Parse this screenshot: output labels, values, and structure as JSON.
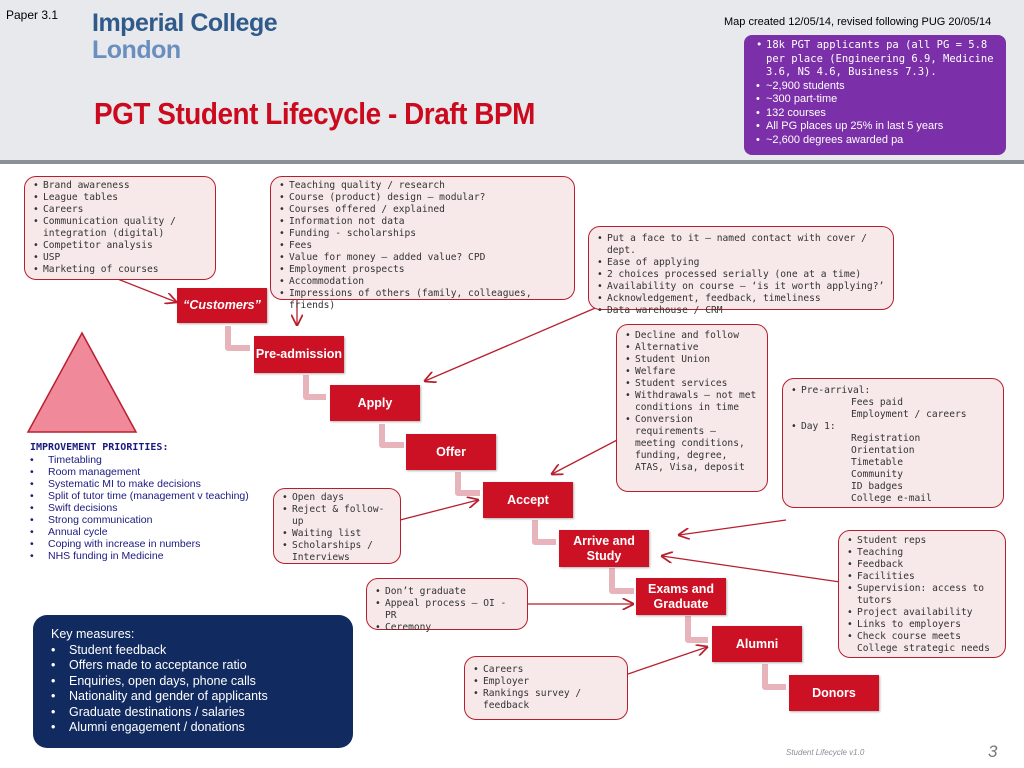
{
  "header": {
    "paper_label": "Paper 3.1",
    "logo_line1": "Imperial College",
    "logo_line2": "London",
    "title": "PGT Student Lifecycle - Draft BPM",
    "map_note": "Map created 12/05/14, revised following PUG 20/05/14"
  },
  "stats": [
    "18k PGT applicants pa (all PG  = 5.8 per place  (Engineering 6.9, Medicine 3.6, NS 4.6, Business 7.3).",
    "~2,900 students",
    "~300 part-time",
    "132 courses",
    "All PG places up 25% in last 5 years",
    "~2,600 degrees awarded pa"
  ],
  "boxes": {
    "customers_factors": [
      "Brand awareness",
      "League tables",
      "Careers",
      "Communication quality / integration (digital)",
      "Competitor analysis",
      "USP",
      "Marketing of courses"
    ],
    "course_factors": [
      "Teaching quality / research",
      "Course (product) design – modular?",
      "Courses offered / explained",
      "Information not data",
      "Funding - scholarships",
      "Fees",
      "Value for money – added value? CPD",
      "Employment prospects",
      "Accommodation",
      "Impressions of others (family, colleagues, friends)"
    ],
    "apply_factors": [
      "Put a face to it – named contact with cover / dept.",
      "Ease of applying",
      "2 choices processed serially (one at a time)",
      "Availability on course – ‘is it worth applying?’",
      "Acknowledgement, feedback, timeliness",
      "Data warehouse / CRM"
    ],
    "accept_factors": [
      "Decline and follow",
      "Alternative",
      "Student Union",
      "Welfare",
      "Student services",
      "Withdrawals – not met conditions in time",
      "Conversion requirements – meeting conditions, funding, degree, ATAS, Visa, deposit"
    ],
    "arrival_factors": {
      "pre_arrival_label": "Pre-arrival:",
      "pre_arrival": [
        "Fees paid",
        "Employment / careers"
      ],
      "day1_label": "Day 1:",
      "day1": [
        "Registration",
        "Orientation",
        "Timetable",
        "Community",
        "ID badges",
        "College e-mail"
      ]
    },
    "offer_factors": [
      "Open days",
      "Reject & follow-up",
      "Waiting list",
      "Scholarships / Interviews"
    ],
    "study_factors": [
      "Student reps",
      "Teaching",
      "Feedback",
      "Facilities",
      "Supervision: access to tutors",
      "Project availability",
      "Links to employers",
      "Check course meets College strategic needs"
    ],
    "exam_factors": [
      "Don’t graduate",
      "Appeal process – OI - PR",
      "Ceremony"
    ],
    "alumni_factors": [
      "Careers",
      "Employer",
      "Rankings survey / feedback"
    ]
  },
  "steps": {
    "customers": "“Customers”",
    "pre_admission": "Pre-admission",
    "apply": "Apply",
    "offer": "Offer",
    "accept": "Accept",
    "arrive_study": "Arrive and Study",
    "exams_graduate": "Exams and Graduate",
    "alumni": "Alumni",
    "donors": "Donors"
  },
  "priorities": {
    "heading": "IMPROVEMENT PRIORITIES:",
    "items": [
      "Timetabling",
      "Room management",
      "Systematic MI to make decisions",
      "Split of tutor time (management v teaching)",
      "Swift decisions",
      "Strong communication",
      "Annual cycle",
      "Coping with increase in numbers",
      "NHS funding in Medicine"
    ]
  },
  "key_measures": {
    "heading": "Key measures:",
    "items": [
      "Student  feedback",
      "Offers made to acceptance ratio",
      "Enquiries, open days,  phone calls",
      "Nationality and gender of applicants",
      "Graduate destinations / salaries",
      "Alumni engagement / donations"
    ]
  },
  "footer": {
    "version": "Student Lifecycle v1.0",
    "page": "3"
  },
  "colors": {
    "step_red": "#cc1124",
    "title_red": "#cc0a1e",
    "stats_purple": "#7b2fa8",
    "key_measures_navy": "#112a60",
    "box_fill": "#f7e9ea",
    "triangle": "#f08a9a",
    "connector": "#e8b4bc"
  }
}
